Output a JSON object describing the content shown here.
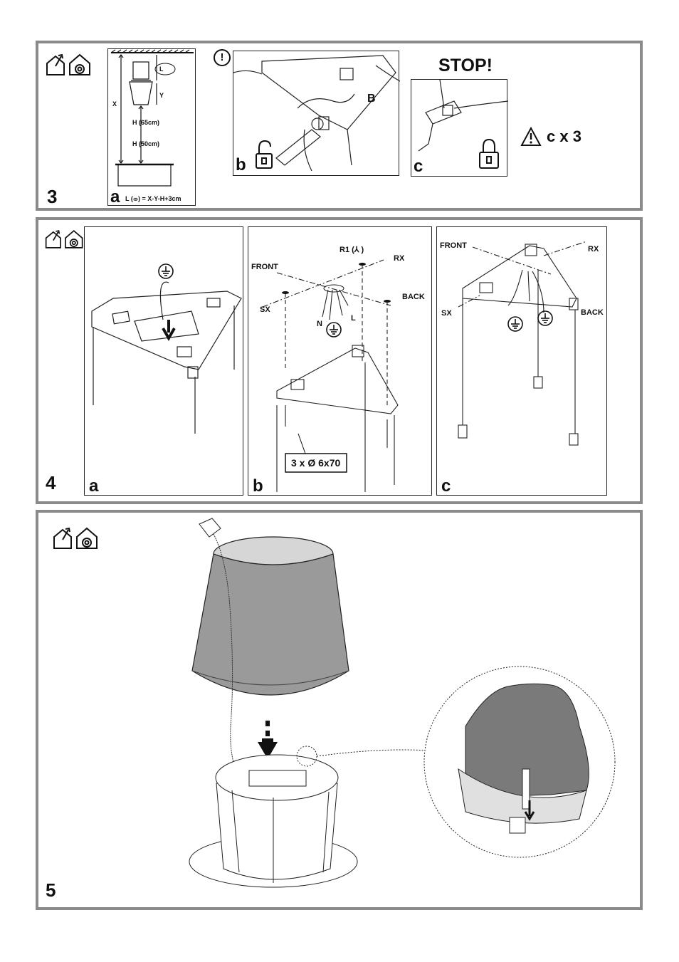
{
  "step3": {
    "number": "3",
    "a": {
      "letter": "a",
      "l_label": "L",
      "y_label": "Y",
      "x_label": "X",
      "cm": "cm",
      "h65": "H (65cm)",
      "h50": "H (50cm)",
      "formula": "L (⌯) = X-Y-H+3cm",
      "warn": "!"
    },
    "b": {
      "letter": "b",
      "B": "B"
    },
    "c": {
      "letter": "c"
    },
    "stop": "STOP!",
    "times": "c x 3"
  },
  "step4": {
    "number": "4",
    "a": {
      "letter": "a"
    },
    "b": {
      "letter": "b",
      "r1": "R1 (⅄ )",
      "front": "FRONT",
      "rx": "RX",
      "sx": "SX",
      "back": "BACK",
      "n": "N",
      "l": "L",
      "screws": "3 x Ø 6x70"
    },
    "c": {
      "letter": "c",
      "front": "FRONT",
      "rx": "RX",
      "sx": "SX",
      "back": "BACK"
    }
  },
  "step5": {
    "number": "5"
  }
}
